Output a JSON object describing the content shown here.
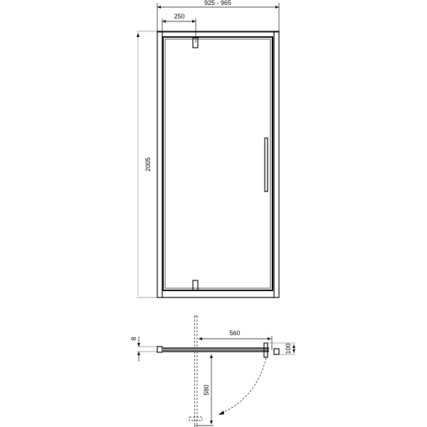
{
  "title": "Pivot shower door technical drawing",
  "elevation": {
    "overall_width_label": "925 - 965",
    "pivot_offset_label": "250",
    "height_label": "2005"
  },
  "plan": {
    "glass_thickness_label": "8",
    "door_leaf_label": "560",
    "profile_depth_label": "100",
    "swing_depth_label": "580"
  },
  "colors": {
    "line": "#000000",
    "dimension_line": "#888888",
    "background": "#ffffff"
  }
}
